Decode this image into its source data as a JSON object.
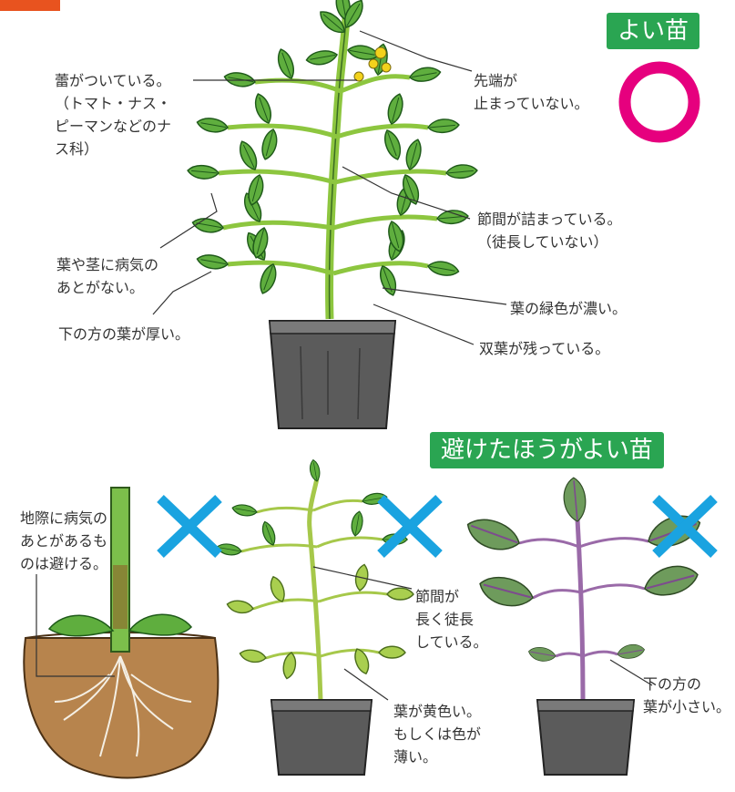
{
  "good_section": {
    "badge": "よい苗",
    "mark_icon": "circle-mark-icon",
    "mark_color": "#e6007e",
    "labels": {
      "buds": "蕾がついている。\n（トマト・ナス・\nピーマンなどのナ\nス科）",
      "tip": "先端が\n止まっていない。",
      "internodes": "節間が詰まっている。\n（徒長していない）",
      "no_disease": "葉や茎に病気の\nあとがない。",
      "thick_leaves": "下の方の葉が厚い。",
      "deep_green": "葉の緑色が濃い。",
      "cotyledons": "双葉が残っている。"
    }
  },
  "avoid_section": {
    "badge": "避けたほうがよい苗",
    "mark_icon": "cross-mark-icon",
    "mark_color": "#1aa3e0",
    "labels": {
      "ground_disease": "地際に病気の\nあとがあるも\nのは避ける。",
      "leggy": "節間が\n長く徒長\nしている。",
      "yellow_leaves": "葉が黄色い。\nもしくは色が\n薄い。",
      "small_leaves": "下の方の\n葉が小さい。"
    }
  }
}
